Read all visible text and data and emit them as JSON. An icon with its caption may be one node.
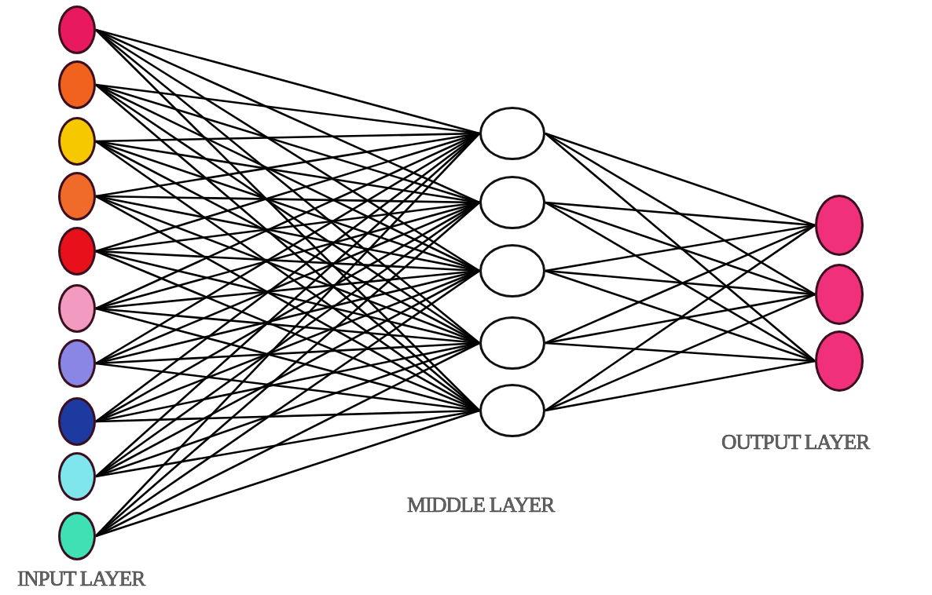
{
  "diagram": {
    "nodes": [
      {
        "text": [],
        "shape": "circle"
      },
      {
        "text": [],
        "shape": "circle"
      },
      {
        "text": [],
        "shape": "circle"
      },
      {
        "text": [],
        "shape": "circle"
      },
      {
        "text": [],
        "shape": "circle"
      },
      {
        "text": [],
        "shape": "circle"
      },
      {
        "text": [],
        "shape": "circle"
      },
      {
        "text": [],
        "shape": "circle"
      },
      {
        "text": [],
        "shape": "circle"
      },
      {
        "text": [],
        "shape": "circle"
      },
      {
        "text": [],
        "shape": "circle"
      },
      {
        "text": [],
        "shape": "circle"
      },
      {
        "text": [],
        "shape": "circle"
      },
      {
        "text": [],
        "shape": "circle"
      },
      {
        "text": [],
        "shape": "circle"
      },
      {
        "text": [],
        "shape": "circle"
      },
      {
        "text": [],
        "shape": "circle"
      },
      {
        "text": [],
        "shape": "circle"
      }
    ],
    "edges": [
      {
        "from": 0,
        "to": 10,
        "arrow": "none"
      },
      {
        "from": 0,
        "to": 11,
        "arrow": "none"
      },
      {
        "from": 0,
        "to": 12,
        "arrow": "none"
      },
      {
        "from": 0,
        "to": 13,
        "arrow": "none"
      },
      {
        "from": 0,
        "to": 14,
        "arrow": "none"
      },
      {
        "from": 1,
        "to": 10,
        "arrow": "none"
      },
      {
        "from": 1,
        "to": 11,
        "arrow": "none"
      },
      {
        "from": 1,
        "to": 12,
        "arrow": "none"
      },
      {
        "from": 1,
        "to": 13,
        "arrow": "none"
      },
      {
        "from": 1,
        "to": 14,
        "arrow": "none"
      },
      {
        "from": 2,
        "to": 10,
        "arrow": "none"
      },
      {
        "from": 2,
        "to": 11,
        "arrow": "none"
      },
      {
        "from": 2,
        "to": 12,
        "arrow": "none"
      },
      {
        "from": 2,
        "to": 13,
        "arrow": "none"
      },
      {
        "from": 2,
        "to": 14,
        "arrow": "none"
      },
      {
        "from": 3,
        "to": 10,
        "arrow": "none"
      },
      {
        "from": 3,
        "to": 11,
        "arrow": "none"
      },
      {
        "from": 3,
        "to": 12,
        "arrow": "none"
      },
      {
        "from": 3,
        "to": 13,
        "arrow": "none"
      },
      {
        "from": 3,
        "to": 14,
        "arrow": "none"
      },
      {
        "from": 4,
        "to": 10,
        "arrow": "none"
      },
      {
        "from": 4,
        "to": 11,
        "arrow": "none"
      },
      {
        "from": 4,
        "to": 12,
        "arrow": "none"
      },
      {
        "from": 4,
        "to": 13,
        "arrow": "none"
      },
      {
        "from": 4,
        "to": 14,
        "arrow": "none"
      },
      {
        "from": 5,
        "to": 10,
        "arrow": "none"
      },
      {
        "from": 5,
        "to": 11,
        "arrow": "none"
      },
      {
        "from": 5,
        "to": 12,
        "arrow": "none"
      },
      {
        "from": 5,
        "to": 13,
        "arrow": "none"
      },
      {
        "from": 5,
        "to": 14,
        "arrow": "none"
      },
      {
        "from": 6,
        "to": 10,
        "arrow": "none"
      },
      {
        "from": 6,
        "to": 11,
        "arrow": "none"
      },
      {
        "from": 6,
        "to": 12,
        "arrow": "none"
      },
      {
        "from": 6,
        "to": 13,
        "arrow": "none"
      },
      {
        "from": 6,
        "to": 14,
        "arrow": "none"
      },
      {
        "from": 7,
        "to": 10,
        "arrow": "none"
      },
      {
        "from": 7,
        "to": 11,
        "arrow": "none"
      },
      {
        "from": 7,
        "to": 12,
        "arrow": "none"
      },
      {
        "from": 7,
        "to": 13,
        "arrow": "none"
      },
      {
        "from": 7,
        "to": 14,
        "arrow": "none"
      },
      {
        "from": 8,
        "to": 10,
        "arrow": "none"
      },
      {
        "from": 8,
        "to": 11,
        "arrow": "none"
      },
      {
        "from": 8,
        "to": 12,
        "arrow": "none"
      },
      {
        "from": 8,
        "to": 13,
        "arrow": "none"
      },
      {
        "from": 8,
        "to": 14,
        "arrow": "none"
      },
      {
        "from": 9,
        "to": 10,
        "arrow": "none"
      },
      {
        "from": 9,
        "to": 11,
        "arrow": "none"
      },
      {
        "from": 9,
        "to": 12,
        "arrow": "none"
      },
      {
        "from": 9,
        "to": 13,
        "arrow": "none"
      },
      {
        "from": 9,
        "to": 14,
        "arrow": "none"
      },
      {
        "from": 10,
        "to": 15,
        "arrow": "none"
      },
      {
        "from": 10,
        "to": 16,
        "arrow": "none"
      },
      {
        "from": 10,
        "to": 17,
        "arrow": "none"
      },
      {
        "from": 11,
        "to": 15,
        "arrow": "none"
      },
      {
        "from": 11,
        "to": 16,
        "arrow": "none"
      },
      {
        "from": 11,
        "to": 17,
        "arrow": "none"
      },
      {
        "from": 12,
        "to": 15,
        "arrow": "none"
      },
      {
        "from": 12,
        "to": 16,
        "arrow": "none"
      },
      {
        "from": 12,
        "to": 17,
        "arrow": "none"
      },
      {
        "from": 13,
        "to": 15,
        "arrow": "none"
      },
      {
        "from": 13,
        "to": 16,
        "arrow": "none"
      },
      {
        "from": 13,
        "to": 17,
        "arrow": "none"
      },
      {
        "from": 14,
        "to": 15,
        "arrow": "none"
      },
      {
        "from": 14,
        "to": 16,
        "arrow": "none"
      },
      {
        "from": 14,
        "to": 17,
        "arrow": "none"
      }
    ],
    "labels": [
      "OUTPUT LAYER",
      "MIDDLE LAYER",
      "INPUT LAYER"
    ]
  }
}
